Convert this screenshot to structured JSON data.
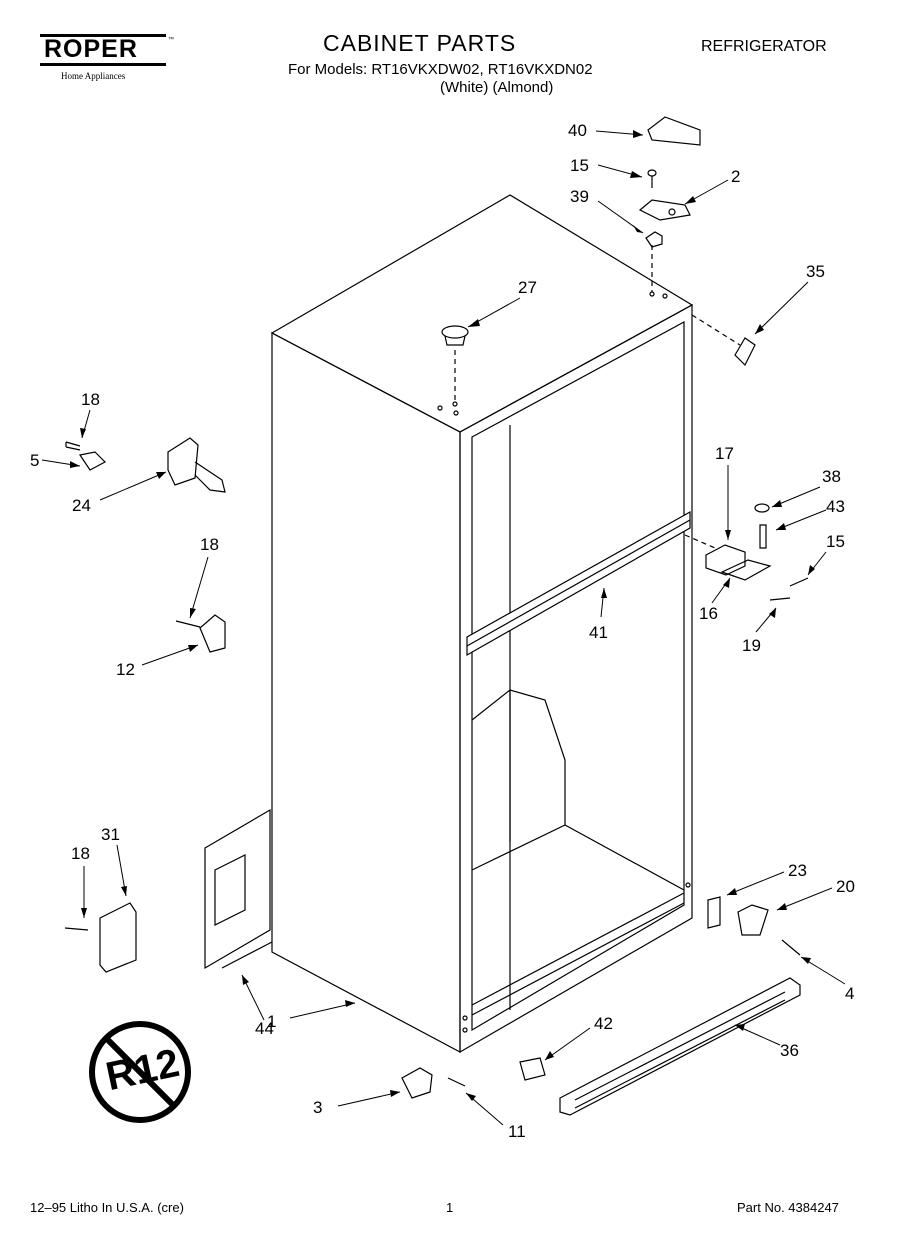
{
  "header": {
    "brand": "ROPER",
    "brand_tagline": "Home Appliances",
    "title": "CABINET PARTS",
    "models_line": "For Models: RT16VKXDW02, RT16VKXDN02",
    "variants_line": "(White)    (Almond)",
    "category": "REFRIGERATOR"
  },
  "footer": {
    "print_info": "12–95 Litho In U.S.A. (cre)",
    "page_number": "1",
    "part_number": "Part No. 4384247"
  },
  "badge": {
    "text": "R12"
  },
  "callouts": {
    "c40": "40",
    "c15a": "15",
    "c2": "2",
    "c39": "39",
    "c35": "35",
    "c27": "27",
    "c18a": "18",
    "c5": "5",
    "c24": "24",
    "c18b": "18",
    "c12": "12",
    "c17": "17",
    "c38": "38",
    "c43": "43",
    "c15b": "15",
    "c16": "16",
    "c41": "41",
    "c19": "19",
    "c31": "31",
    "c18c": "18",
    "c23": "23",
    "c20": "20",
    "c4": "4",
    "c1": "1",
    "c44": "44",
    "c42": "42",
    "c36": "36",
    "c3": "3",
    "c11": "11"
  }
}
